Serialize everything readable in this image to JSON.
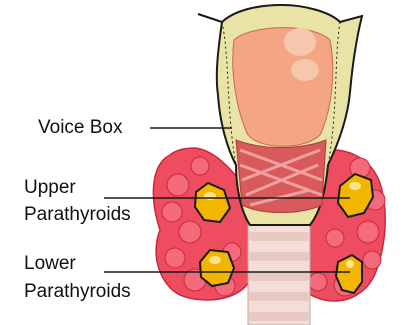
{
  "labels": {
    "voice_box": "Voice Box",
    "upper_line1": "Upper",
    "upper_line2": "Parathyroids",
    "lower_line1": "Lower",
    "lower_line2": "Parathyroids"
  },
  "colors": {
    "thyroid": "#ee4d60",
    "thyroid_outline": "#c8283f",
    "cartilage": "#e9e3a6",
    "larynx_inner": "#f4a583",
    "muscle": "#d85a5a",
    "parathyroid": "#f2b600",
    "trachea": "#f3ddd6",
    "outline": "#1a1a1a"
  }
}
